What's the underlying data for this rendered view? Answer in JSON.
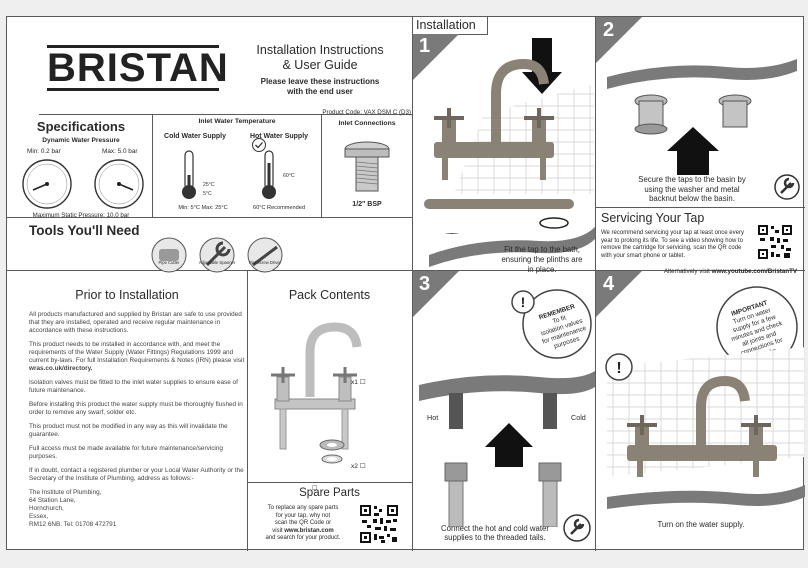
{
  "header": {
    "brand": "BRISTAN",
    "title_line1": "Installation Instructions",
    "title_line2": "& User Guide",
    "subtitle_line1": "Please leave these instructions",
    "subtitle_line2": "with the end user",
    "product_code": "Product Code: VAX DSM C (D3)"
  },
  "specs": {
    "title": "Specifications",
    "dynamic_label": "Dynamic Water Pressure",
    "min": "Min: 0.2 bar",
    "max": "Max: 5.0 bar",
    "static": "Maximum Static Pressure: 10.0 bar",
    "inlet_temp_title": "Inlet Water Temperature",
    "cold_title": "Cold Water Supply",
    "hot_title": "Hot Water Supply",
    "cold_25": "25°C",
    "cold_5": "5°C",
    "hot_60": "60°C",
    "cold_caption": "Min: 5°C Max: 25°C",
    "hot_caption": "60°C Recommended",
    "inlet_conn_title": "Inlet Connections",
    "bsp": "1/2\" BSP"
  },
  "tools": {
    "title": "Tools You'll Need",
    "items": [
      "Pipe Cutter",
      "Adjustable Spanner",
      "Flat Screw Driver"
    ]
  },
  "prior": {
    "title": "Prior to Installation",
    "p1": "All products manufactured and supplied by Bristan are safe to use provided that they are installed, operated and receive regular maintenance in accordance with these instructions.",
    "p2a": "This product needs to be installed in accordance with, and meet the requirements of the Water Supply (Water Fittings) Regulations 1999 and current by-laws. For full Installation Requirements & Notes (IRN) please visit ",
    "p2b": "wras.co.uk/directory.",
    "p3": "Isolation valves must be fitted to the inlet water supplies to ensure ease of future maintenance.",
    "p4": "Before installing this product the water supply must be thoroughly flushed in order to remove any swarf, solder etc.",
    "p5": "This product must not be modified in any way as this will invalidate the guarantee.",
    "p6": "Full access must be made available for future maintenance/servicing purposes.",
    "p7": "If in doubt, contact a registered plumber or your Local Water Authority or the Secretary of the Institute of Plumbing, address as follows:-",
    "addr1": "The Institute of Plumbing,",
    "addr2": "64 Station Lane,",
    "addr3": "Hornchurch,",
    "addr4": "Essex,",
    "addr5": "RM12 6NB. Tel: 01708 472791"
  },
  "pack": {
    "title": "Pack Contents",
    "x1": "x1",
    "x2": "x2"
  },
  "spare": {
    "title": "Spare Parts",
    "l1": "To replace any spare parts",
    "l2": "for your tap, why not",
    "l3": "scan the QR Code or",
    "l4a": "visit ",
    "l4b": "www.bristan.com",
    "l5": "and search for your product."
  },
  "install": {
    "title": "Installation",
    "step1_num": "1",
    "step1_caption_l1": "Fit the tap to the bath,",
    "step1_caption_l2": "ensuring the plinths are",
    "step1_caption_l3": "in place.",
    "step2_num": "2",
    "step2_caption_l1": "Secure the taps to the basin by",
    "step2_caption_l2": "using the washer and metal",
    "step2_caption_l3": "backnut below the basin.",
    "step3_num": "3",
    "remember_title": "REMEMBER",
    "remember_l1": "To fit",
    "remember_l2": "isolation valves",
    "remember_l3": "for maintenance",
    "remember_l4": "purposes",
    "hot": "Hot",
    "cold": "Cold",
    "step3_caption_l1": "Connect the hot and cold water",
    "step3_caption_l2": "supplies to the threaded tails.",
    "step4_num": "4",
    "important_title": "IMPORTANT",
    "important_l1": "Turn on water",
    "important_l2": "supply for a few",
    "important_l3": "minutes and check",
    "important_l4": "all joints and",
    "important_l5": "connections for",
    "important_l6": "any leaks.",
    "step4_caption": "Turn on the water supply."
  },
  "servicing": {
    "title": "Servicing Your Tap",
    "p1": "We recommend servicing your tap at least once every year to prolong its life. To see a video showing how to remove the cartridge for servicing, scan the QR code with your smart phone or tablet.",
    "alt_a": "Alternatively visit ",
    "alt_b": "www.youtube.com/BristanTV"
  },
  "colors": {
    "metal": "#8b8276",
    "dark": "#2a2a2a",
    "grey_band": "#777777"
  }
}
